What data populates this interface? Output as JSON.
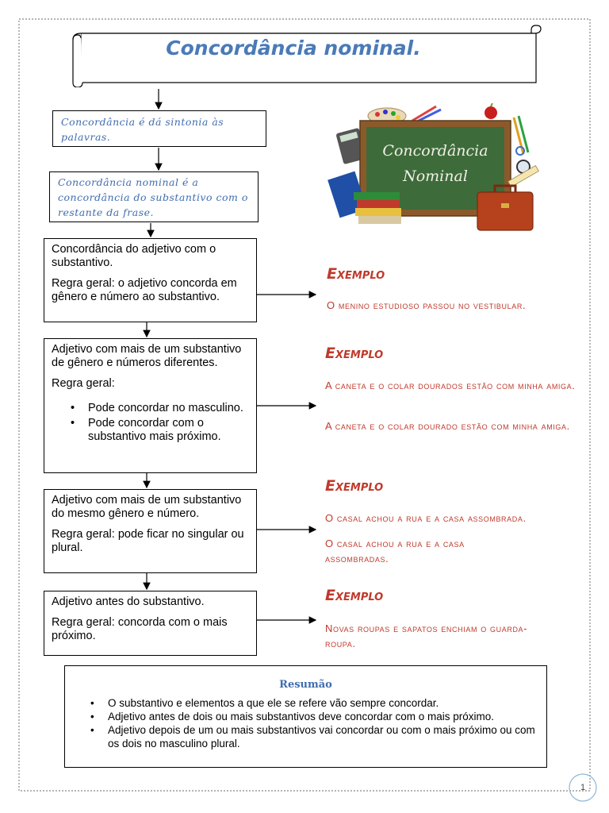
{
  "title": "Concordância nominal.",
  "intro_box_1": "Concordância é dá sintonia às palavras.",
  "intro_box_2": "Concordância nominal é a concordância do substantivo com o restante da frase.",
  "chalkboard": {
    "line1": "Concordância",
    "line2": "Nominal"
  },
  "rules": [
    {
      "lines": [
        "Concordância do adjetivo com o substantivo.",
        "Regra geral: o adjetivo concorda em gênero e número ao substantivo."
      ],
      "bullets": [],
      "example_title": "Exemplo",
      "examples": [
        "O menino estudioso passou no vestibular."
      ]
    },
    {
      "lines": [
        "Adjetivo com mais de um substantivo de gênero e números diferentes.",
        "Regra geral:"
      ],
      "bullets": [
        "Pode concordar no masculino.",
        "Pode concordar com o substantivo mais próximo."
      ],
      "example_title": "Exemplo",
      "examples": [
        "A caneta e o colar dourados estão com minha amiga.",
        "A caneta e o colar dourado estão com minha amiga."
      ]
    },
    {
      "lines": [
        "Adjetivo com mais de um substantivo do mesmo gênero e número.",
        "Regra geral: pode ficar no singular ou plural."
      ],
      "bullets": [],
      "example_title": "Exemplo",
      "examples": [
        "O casal achou a rua e a casa assombrada.",
        "O casal achou a rua e a casa assombradas."
      ]
    },
    {
      "lines": [
        "Adjetivo antes do substantivo.",
        "Regra geral: concorda com o mais próximo."
      ],
      "bullets": [],
      "example_title": "Exemplo",
      "examples": [
        "Novas roupas e sapatos enchiam o guarda- roupa."
      ]
    }
  ],
  "summary": {
    "title": "Resumão",
    "items": [
      "O substantivo e elementos a que ele se refere vão sempre concordar.",
      "Adjetivo antes de dois ou mais substantivos deve concordar com o mais próximo.",
      "Adjetivo depois de um ou mais substantivos vai concordar ou com o mais próximo ou com os dois no masculino plural."
    ]
  },
  "page_number": "1",
  "colors": {
    "title_blue": "#4a7ab8",
    "example_red": "#c0392b",
    "chalkboard_green": "#3e6b3a",
    "frame_wood": "#8b5a2b"
  }
}
